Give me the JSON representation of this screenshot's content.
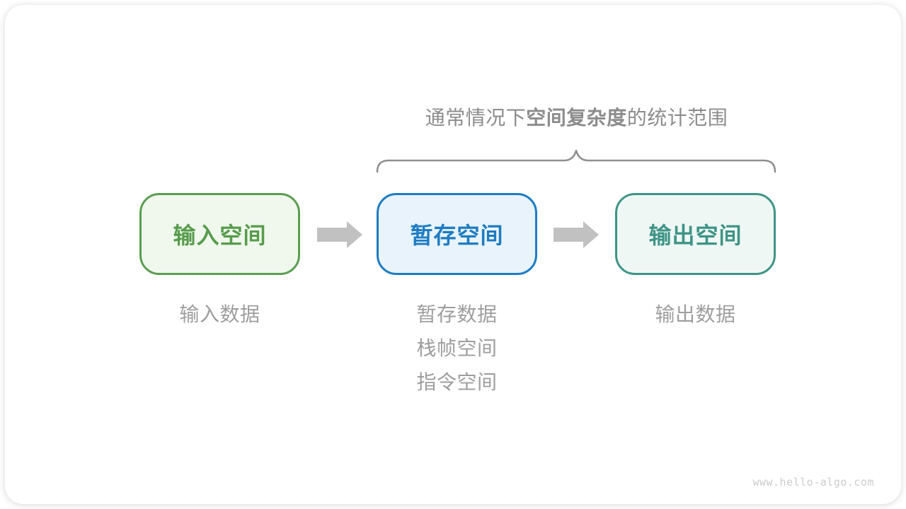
{
  "title": {
    "prefix": "通常情况下",
    "highlight": "空间复杂度",
    "suffix": "的统计范围"
  },
  "boxes": [
    {
      "id": "input",
      "label": "输入空间",
      "border_color": "#5a9e50",
      "bg_color": "#f0f7ed",
      "text_color": "#579c4c"
    },
    {
      "id": "temp",
      "label": "暂存空间",
      "border_color": "#1e7cc2",
      "bg_color": "#e9f3fb",
      "text_color": "#1e7cc2"
    },
    {
      "id": "output",
      "label": "输出空间",
      "border_color": "#3e9486",
      "bg_color": "#eff7f4",
      "text_color": "#3e9486"
    }
  ],
  "notes": {
    "input": [
      "输入数据"
    ],
    "temp": [
      "暂存数据",
      "栈帧空间",
      "指令空间"
    ],
    "output": [
      "输出数据"
    ]
  },
  "watermark": "www.hello-algo.com",
  "colors": {
    "arrow": "#c1c1c1",
    "brace": "#8f8f8f",
    "title_text": "#8c8c8c",
    "note_text": "#9e9e9e",
    "watermark_text": "#cccccc",
    "card_bg": "#ffffff"
  }
}
